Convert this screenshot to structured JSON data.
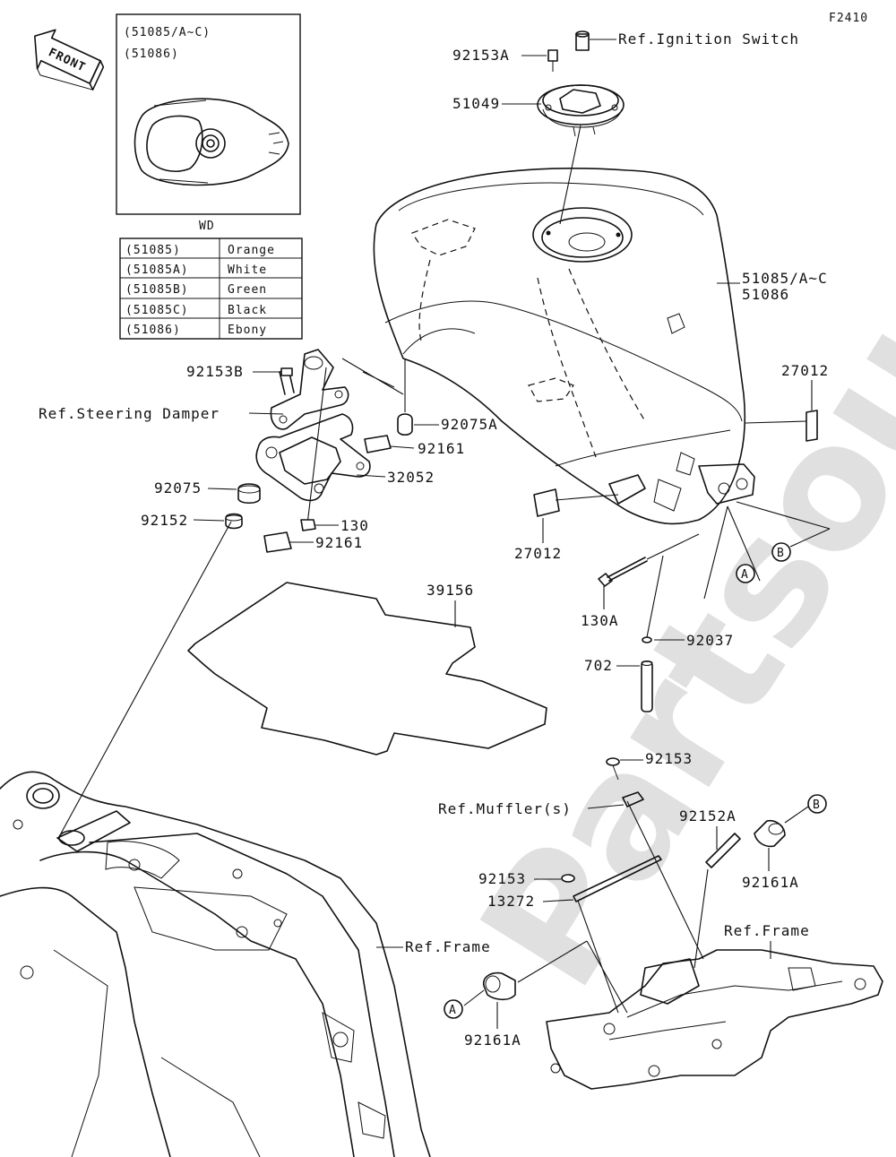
{
  "figure_code": "F2410",
  "watermark": "Partsouq",
  "front_arrow_label": "FRONT",
  "inset": {
    "models": [
      "(51085/A~C)",
      "(51086)"
    ],
    "caption": "WD",
    "color_table": [
      {
        "code": "(51085)",
        "color": "Orange"
      },
      {
        "code": "(51085A)",
        "color": "White"
      },
      {
        "code": "(51085B)",
        "color": "Green"
      },
      {
        "code": "(51085C)",
        "color": "Black"
      },
      {
        "code": "(51086)",
        "color": "Ebony"
      }
    ]
  },
  "labels": {
    "p92153A": "92153A",
    "ref_ignition": "Ref.Ignition Switch",
    "p51049": "51049",
    "p51085": "51085/A~C",
    "p51086": "51086",
    "p27012_right": "27012",
    "p92153B": "92153B",
    "ref_steering": "Ref.Steering Damper",
    "p92075A": "92075A",
    "p92161_top": "92161",
    "p32052": "32052",
    "p92075": "92075",
    "p92152": "92152",
    "p130": "130",
    "p92161_bottom": "92161",
    "p27012_bottom": "27012",
    "callout_b_top": "B",
    "callout_a_top": "A",
    "p39156": "39156",
    "p130A": "130A",
    "p92037": "92037",
    "p702": "702",
    "p92153_top": "92153",
    "ref_muffler": "Ref.Muffler(s)",
    "p92152A": "92152A",
    "callout_b_bottom": "B",
    "p92161A_right": "92161A",
    "p92153_mid": "92153",
    "p13272": "13272",
    "ref_frame_left": "Ref.Frame",
    "ref_frame_right": "Ref.Frame",
    "callout_a_bottom": "A",
    "p92161A_bottom": "92161A"
  }
}
